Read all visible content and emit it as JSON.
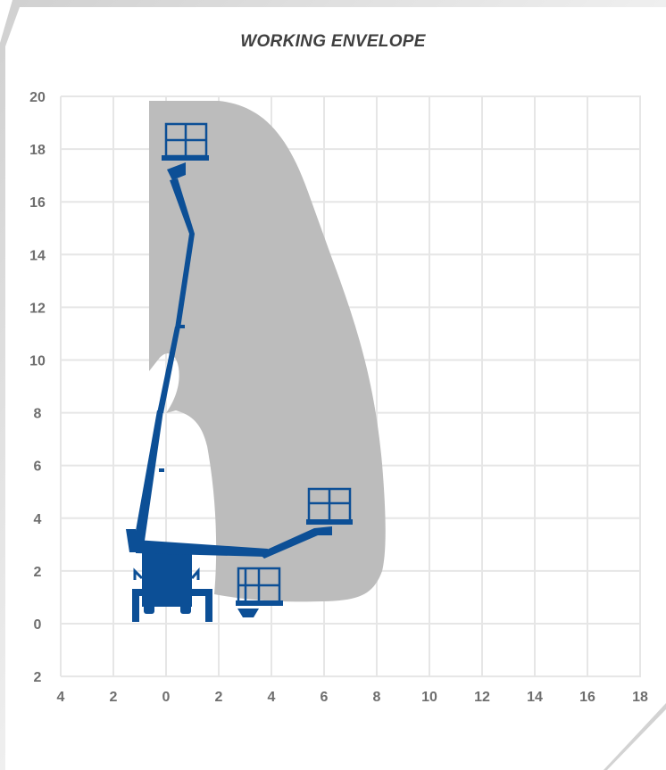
{
  "title": "WORKING ENVELOPE",
  "x_ticks": [
    "4",
    "2",
    "0",
    "2",
    "4",
    "6",
    "8",
    "10",
    "12",
    "14",
    "16",
    "18"
  ],
  "y_ticks": [
    "2",
    "0",
    "2",
    "4",
    "6",
    "8",
    "10",
    "12",
    "14",
    "16",
    "18",
    "20"
  ],
  "colors": {
    "envelope": "#bcbcbc",
    "machine": "#0c4f96",
    "grid": "#e6e6e6",
    "tick_text": "#6e6e6e",
    "frame_shadow": "#c8c8c8"
  }
}
